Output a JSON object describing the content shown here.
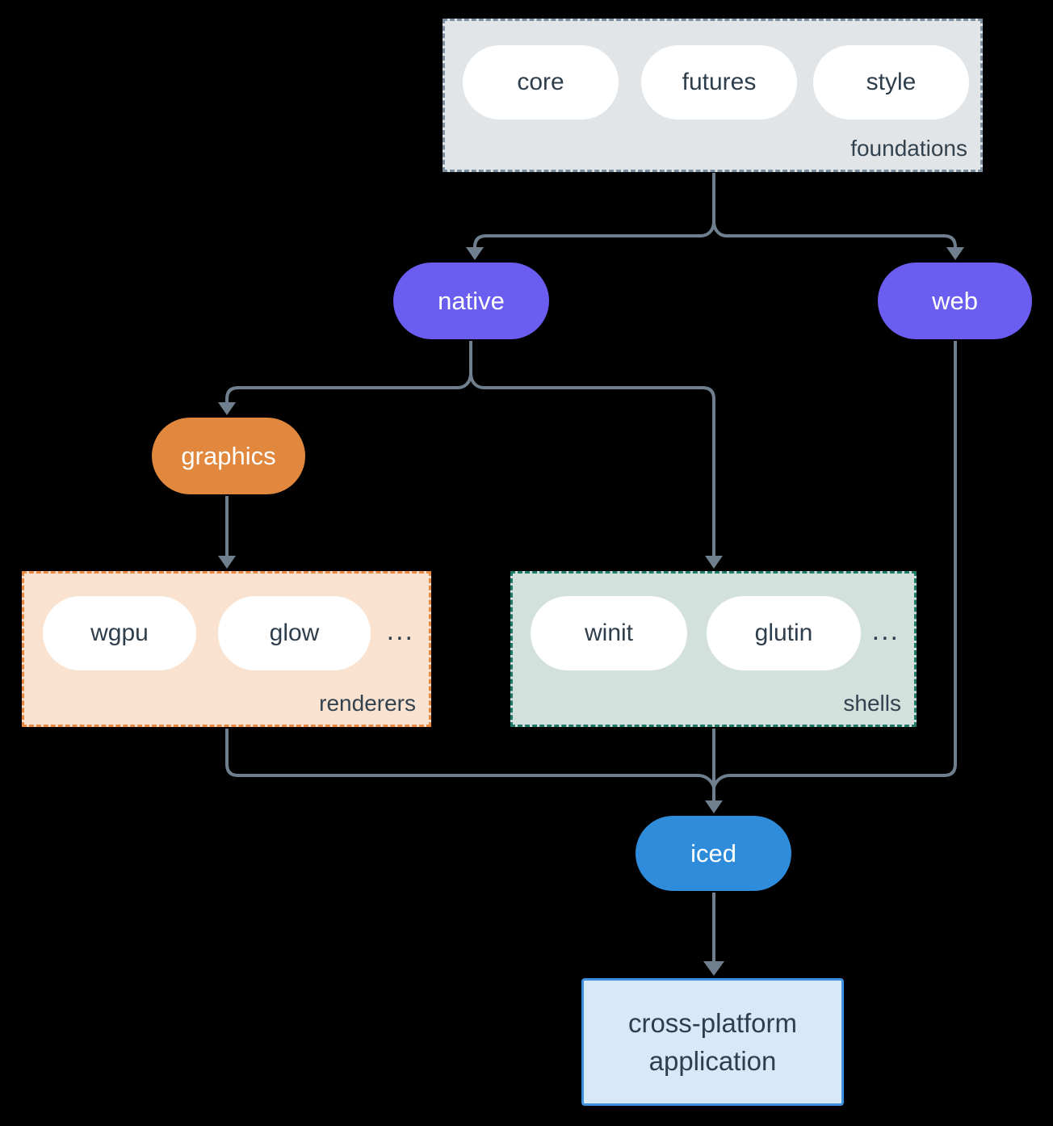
{
  "diagram": {
    "title_implicit": "iced ecosystem diagram",
    "colors": {
      "background": "#000000",
      "line": "#6f7f8e",
      "pill_text_dark": "#2e3e4c",
      "group_label": "#33424f",
      "purple_pill": "#6a5df0",
      "orange_pill": "#e1873e",
      "blue_pill": "#2e8cdb",
      "foundations_fill": "#e1e5e8",
      "foundations_border": "#7b8ea0",
      "renderers_fill": "#f9e2cf",
      "renderers_border": "#e8893f",
      "shells_fill": "#d3e1dc",
      "shells_border": "#1f7a68",
      "app_fill": "#d7e8f9",
      "app_border": "#3f90de"
    },
    "foundations": {
      "label": "foundations",
      "items": [
        "core",
        "futures",
        "style"
      ]
    },
    "native": {
      "label": "native"
    },
    "web": {
      "label": "web"
    },
    "graphics": {
      "label": "graphics"
    },
    "renderers": {
      "label": "renderers",
      "items": [
        "wgpu",
        "glow"
      ],
      "more": "..."
    },
    "shells": {
      "label": "shells",
      "items": [
        "winit",
        "glutin"
      ],
      "more": "..."
    },
    "iced": {
      "label": "iced"
    },
    "application": {
      "line1": "cross-platform",
      "line2": "application"
    },
    "edges": [
      {
        "from": "foundations",
        "to": "native"
      },
      {
        "from": "foundations",
        "to": "web"
      },
      {
        "from": "native",
        "to": "graphics"
      },
      {
        "from": "native",
        "to": "shells"
      },
      {
        "from": "graphics",
        "to": "renderers"
      },
      {
        "from": "renderers",
        "to": "iced"
      },
      {
        "from": "shells",
        "to": "iced"
      },
      {
        "from": "web",
        "to": "iced"
      },
      {
        "from": "iced",
        "to": "cross-platform application"
      }
    ]
  }
}
